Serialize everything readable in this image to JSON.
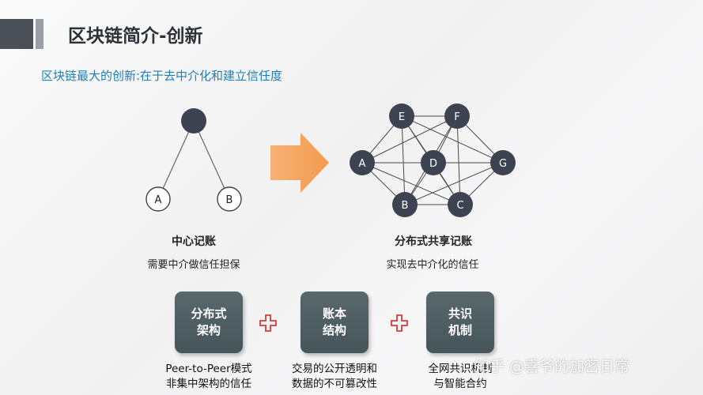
{
  "title": "区块链简介-创新",
  "subtitle": "区块链最大的创新:在于去中介化和建立信任度",
  "centralized": {
    "nodes": [
      "A",
      "B"
    ],
    "caption_title": "中心记账",
    "caption_sub": "需要中介做信任担保"
  },
  "distributed": {
    "nodes": [
      "E",
      "F",
      "A",
      "D",
      "G",
      "B",
      "C"
    ],
    "caption_title": "分布式共享记账",
    "caption_sub": "实现去中介化的信任"
  },
  "features": [
    {
      "label": "分布式\n架构",
      "desc_line1": "Peer-to-Peer模式",
      "desc_line2": "非集中架构的信任"
    },
    {
      "label": "账本\n结构",
      "desc_line1": "交易的公开透明和",
      "desc_line2": "数据的不可篡改性"
    },
    {
      "label": "共识\n机制",
      "desc_line1": "全网共识机制",
      "desc_line2": "与智能合约"
    }
  ],
  "watermark": "知乎 @喜爷的加密日常",
  "colors": {
    "accent_blue": "#1e7fb6",
    "node_dark": "#3d4350",
    "box_bg": "#4f5f63",
    "arrow_orange": "#f5a05a",
    "plus_red": "#d93a3a"
  }
}
